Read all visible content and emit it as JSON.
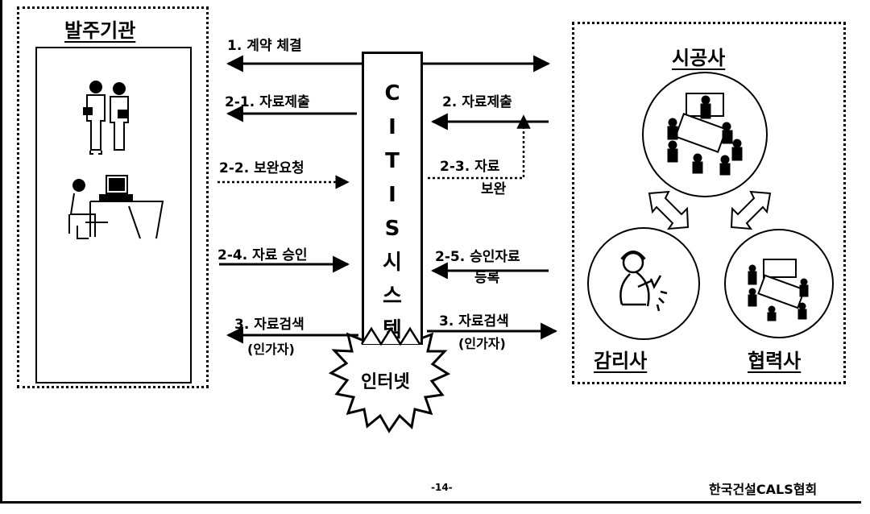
{
  "client": {
    "title": "발주기관"
  },
  "contractor": {
    "title": "시공사"
  },
  "supervisor": {
    "title": "감리사"
  },
  "partner": {
    "title": "협력사"
  },
  "system": {
    "chars": [
      "C",
      "I",
      "T",
      "I",
      "S",
      "시",
      "스",
      "템"
    ]
  },
  "internet": {
    "label": "인터넷"
  },
  "flows": {
    "contract": "1. 계약 체결",
    "submit_left": "2-1. 자료제출",
    "submit_right": "2. 자료제출",
    "request": "2-2. 보완요청",
    "supplement_1": "2-3. 자료",
    "supplement_2": "보완",
    "approve": "2-4. 자료 승인",
    "register_1": "2-5. 승인자료",
    "register_2": "등록",
    "search_left_1": "3. 자료검색",
    "search_left_2": "(인가자)",
    "search_right_1": "3. 자료검색",
    "search_right_2": "(인가자)"
  },
  "footer": {
    "page": "-14-",
    "org": "한국건설CALS협회"
  }
}
